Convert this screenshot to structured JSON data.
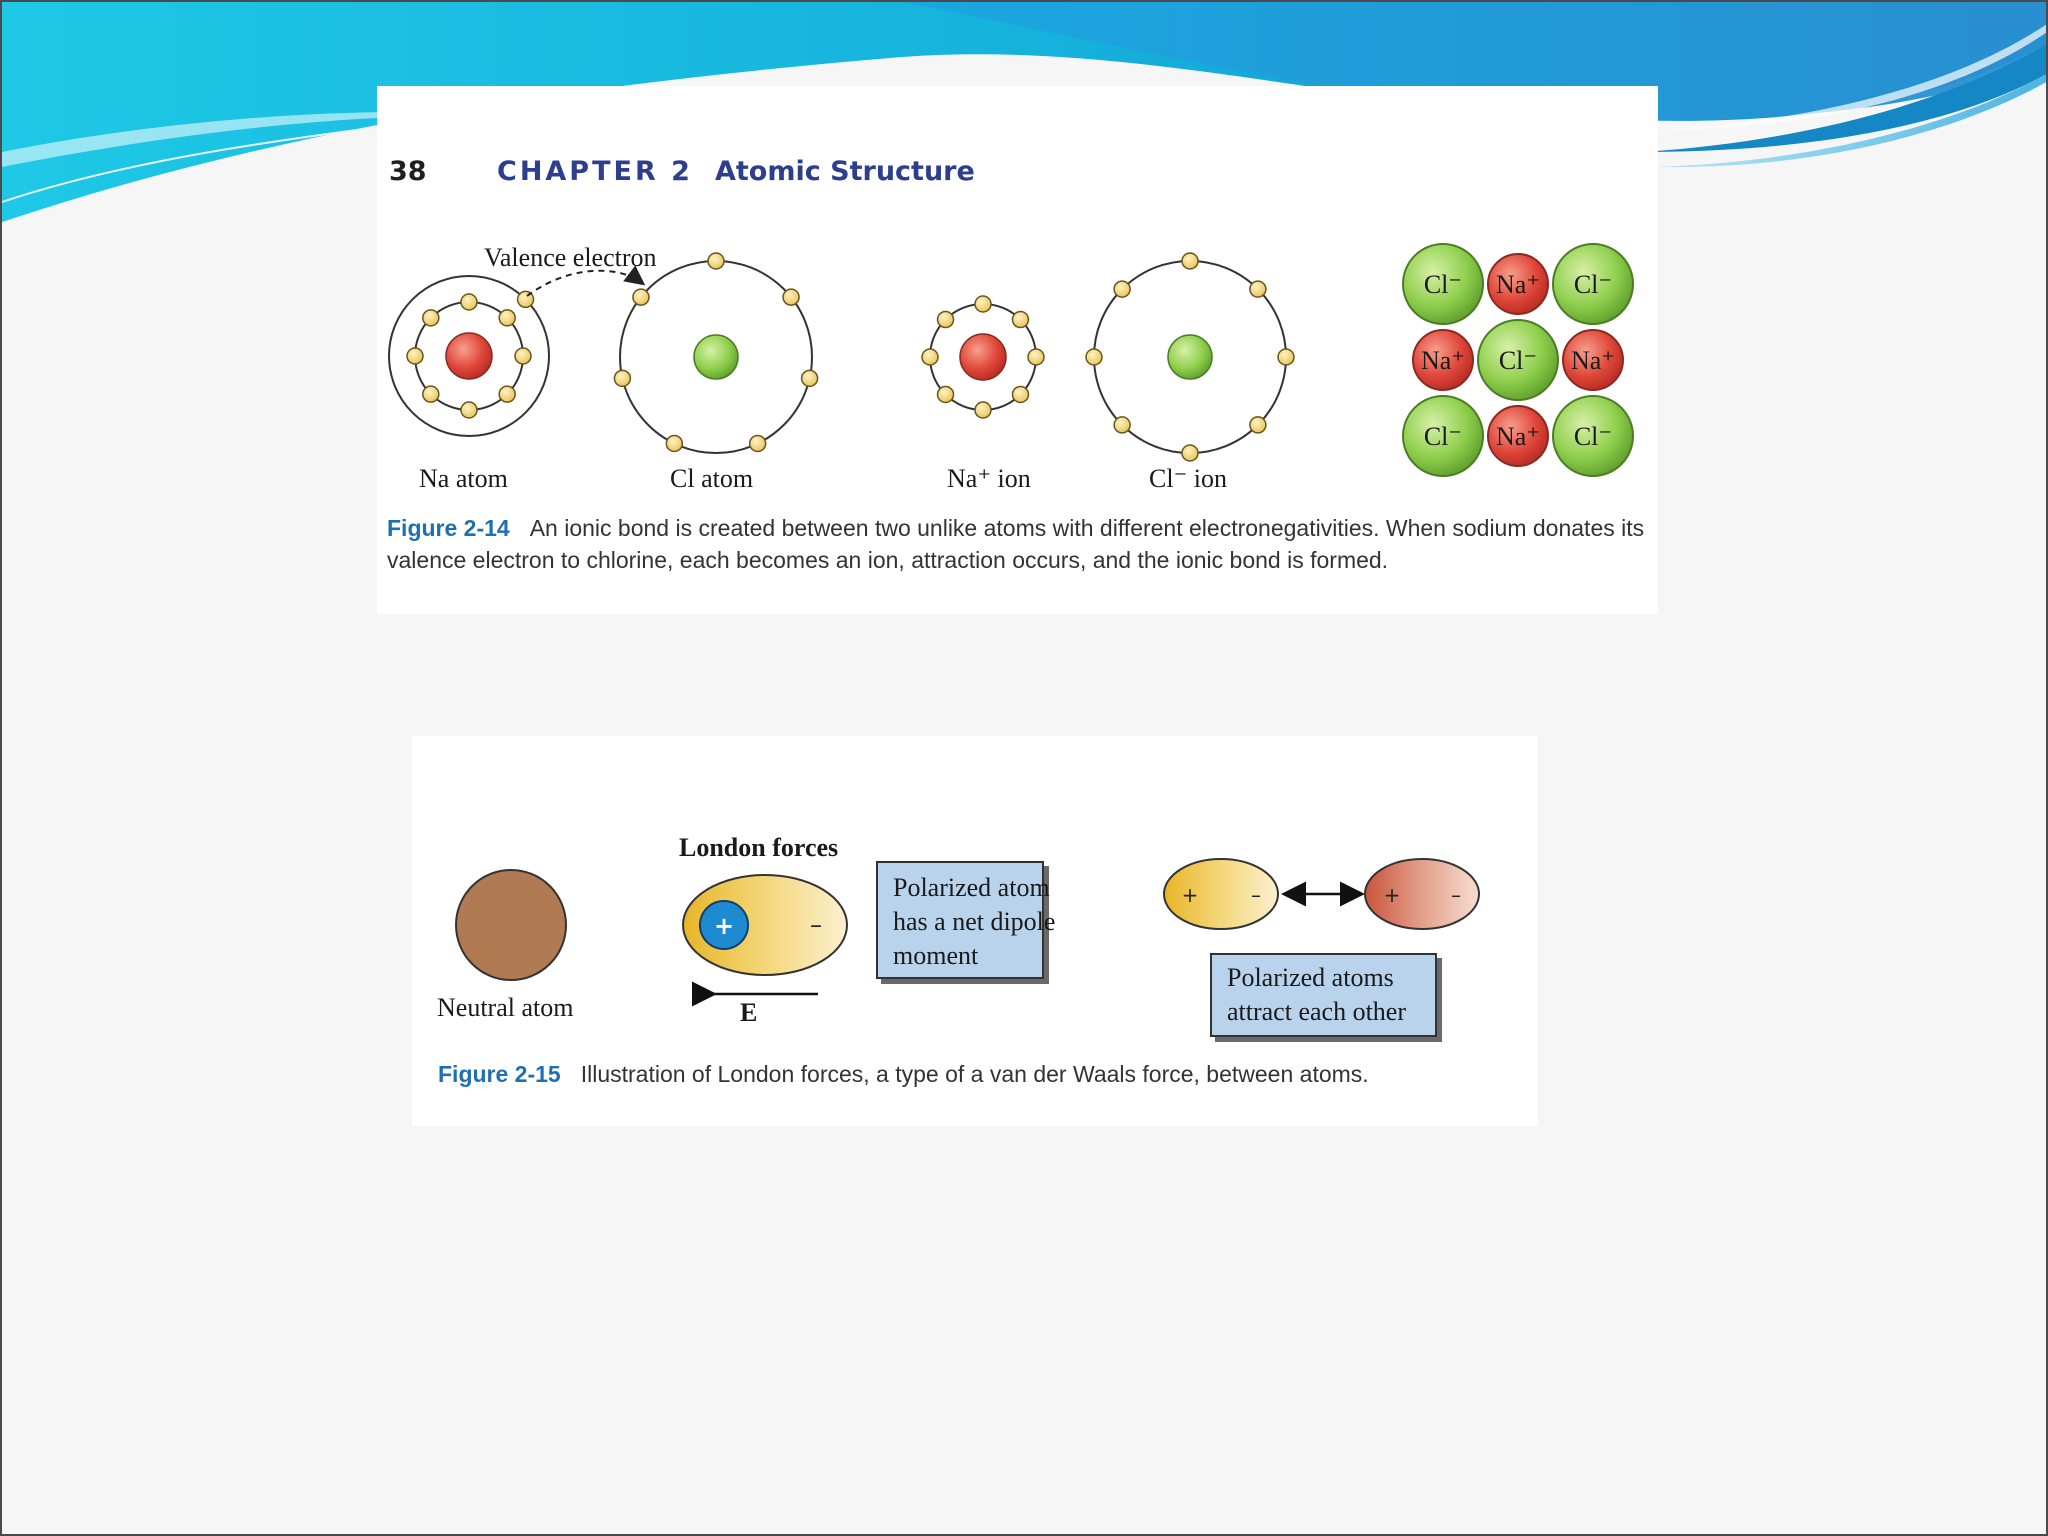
{
  "header": {
    "page_number": "38",
    "chapter": "CHAPTER 2",
    "chapter_title": "Atomic Structure"
  },
  "figure_14": {
    "valence_label": "Valence electron",
    "na_atom_label": "Na atom",
    "cl_atom_label": "Cl atom",
    "na_ion_label": "Na⁺ ion",
    "cl_ion_label": "Cl⁻ ion",
    "lattice": [
      [
        "Cl⁻",
        "Na⁺",
        "Cl⁻"
      ],
      [
        "Na⁺",
        "Cl⁻",
        "Na⁺"
      ],
      [
        "Cl⁻",
        "Na⁺",
        "Cl⁻"
      ]
    ],
    "caption_number": "Figure 2-14",
    "caption_text": "An ionic bond is created between two unlike atoms with different electronegativities. When sodium donates its valence electron to chlorine, each becomes an ion, attraction occurs, and the ionic bond is formed."
  },
  "figure_15": {
    "london_title": "London forces",
    "neutral_label": "Neutral atom",
    "field_label": "E",
    "plus_sign": "+",
    "minus_sign": "–",
    "box1_lines": [
      "Polarized atom",
      "has a net dipole",
      "moment"
    ],
    "box2_lines": [
      "Polarized atoms",
      "attract each other"
    ],
    "caption_number": "Figure 2-15",
    "caption_text": "Illustration of London forces, a type of a van der Waals force, between atoms."
  },
  "colors": {
    "nucleus_na": "#e0473a",
    "nucleus_cl": "#8fcf4c",
    "electron": "#f2cf6a",
    "dipole_box": "#b9d3ec",
    "accent_blue": "#2d3f8c",
    "neutral_atom": "#b07a52"
  }
}
